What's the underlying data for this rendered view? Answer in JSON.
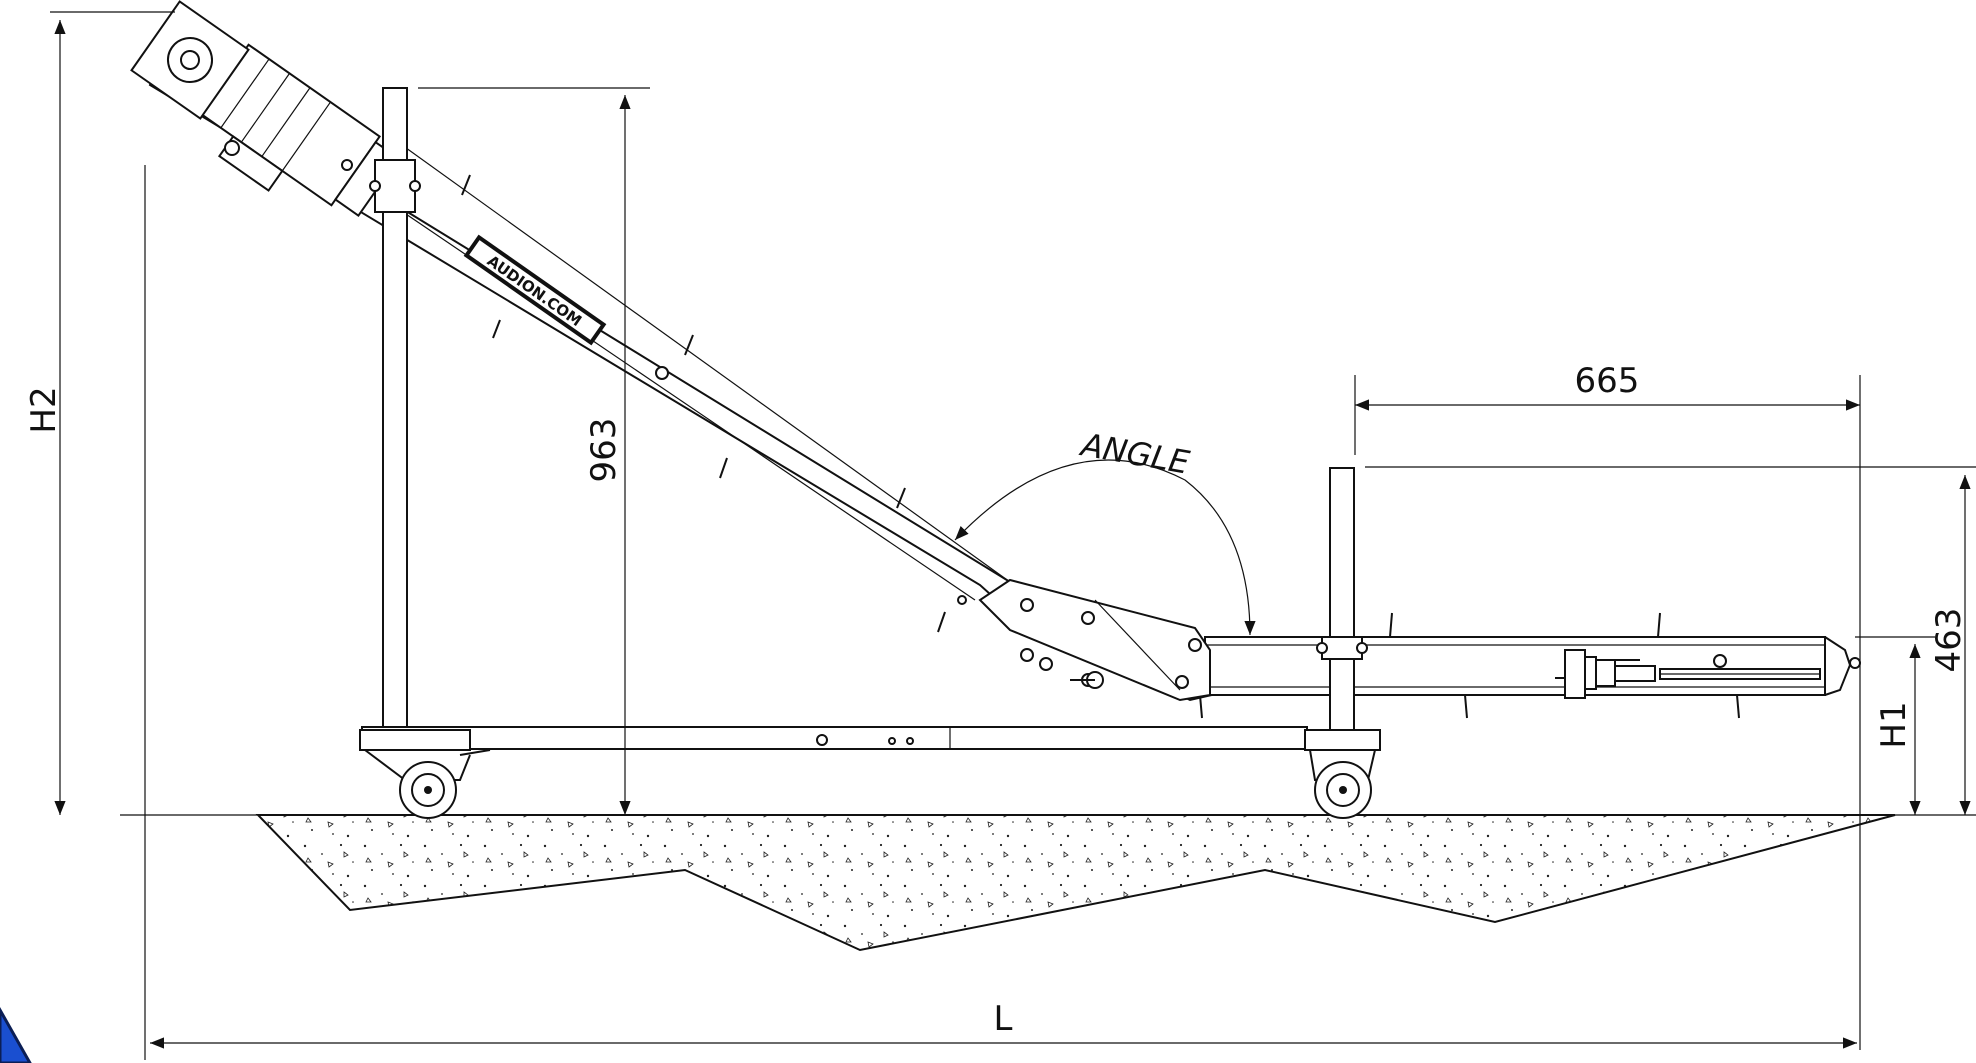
{
  "brand_label": "AUDION.COM",
  "dimensions": {
    "overall_height": "H2",
    "leg_height": "963",
    "outfeed_length": "665",
    "infeed_height": "463",
    "belt_height": "H1",
    "overall_length": "L",
    "incline_angle": "ANGLE"
  },
  "colors": {
    "line": "#111111",
    "background": "#ffffff",
    "corner_accent": "#1a4fd0"
  }
}
